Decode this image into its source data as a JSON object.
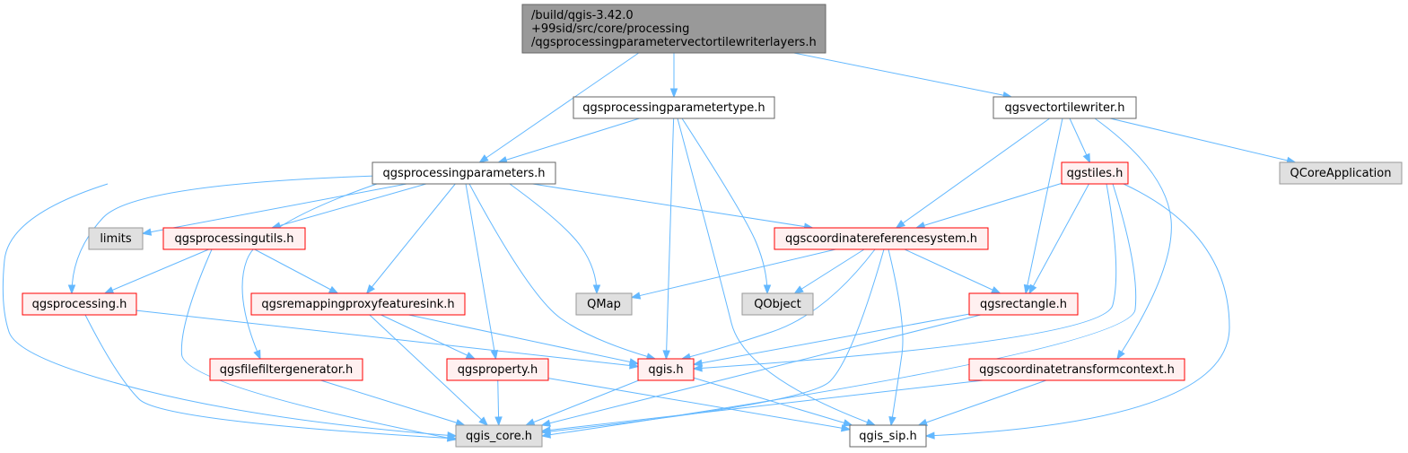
{
  "colors": {
    "edge": "#63b8ff",
    "border_red": "#ff0000",
    "border_gray": "#999999",
    "border_dark": "#666666",
    "fill_root": "#999999",
    "fill_local": "#fff0f0",
    "fill_external": "#e0e0e0",
    "fill_plain": "#ffffff"
  },
  "nodes": [
    {
      "id": "root",
      "kind": "root",
      "lines": [
        "/build/qgis-3.42.0",
        "+99sid/src/core/processing",
        "/qgsprocessingparametervectortilewriterlayers.h"
      ]
    },
    {
      "id": "qgsprocessingparametertype",
      "kind": "plain",
      "lines": [
        "qgsprocessingparametertype.h"
      ]
    },
    {
      "id": "qgsvectortilewriter",
      "kind": "plain",
      "lines": [
        "qgsvectortilewriter.h"
      ]
    },
    {
      "id": "qgsprocessingparameters",
      "kind": "plain",
      "lines": [
        "qgsprocessingparameters.h"
      ]
    },
    {
      "id": "qgstiles",
      "kind": "local",
      "lines": [
        "qgstiles.h"
      ]
    },
    {
      "id": "qcoreapplication",
      "kind": "external",
      "lines": [
        "QCoreApplication"
      ]
    },
    {
      "id": "limits",
      "kind": "external",
      "lines": [
        "limits"
      ]
    },
    {
      "id": "qgsprocessingutils",
      "kind": "local",
      "lines": [
        "qgsprocessingutils.h"
      ]
    },
    {
      "id": "qgscoordinatereferencesystem",
      "kind": "local",
      "lines": [
        "qgscoordinatereferencesystem.h"
      ]
    },
    {
      "id": "qgsprocessing",
      "kind": "local",
      "lines": [
        "qgsprocessing.h"
      ]
    },
    {
      "id": "qgsremappingproxyfeaturesink",
      "kind": "local",
      "lines": [
        "qgsremappingproxyfeaturesink.h"
      ]
    },
    {
      "id": "qmap",
      "kind": "external",
      "lines": [
        "QMap"
      ]
    },
    {
      "id": "qobject",
      "kind": "external",
      "lines": [
        "QObject"
      ]
    },
    {
      "id": "qgsrectangle",
      "kind": "local",
      "lines": [
        "qgsrectangle.h"
      ]
    },
    {
      "id": "qgsfilefiltergenerator",
      "kind": "local",
      "lines": [
        "qgsfilefiltergenerator.h"
      ]
    },
    {
      "id": "qgsproperty",
      "kind": "local",
      "lines": [
        "qgsproperty.h"
      ]
    },
    {
      "id": "qgis",
      "kind": "local",
      "lines": [
        "qgis.h"
      ]
    },
    {
      "id": "qgscoordinatetransformcontext",
      "kind": "local",
      "lines": [
        "qgscoordinatetransformcontext.h"
      ]
    },
    {
      "id": "qgis_core",
      "kind": "external",
      "lines": [
        "qgis_core.h"
      ]
    },
    {
      "id": "qgis_sip",
      "kind": "plain",
      "lines": [
        "qgis_sip.h"
      ]
    }
  ],
  "edges": [
    {
      "from": "root",
      "to": "qgsprocessingparameters"
    },
    {
      "from": "root",
      "to": "qgsprocessingparametertype"
    },
    {
      "from": "root",
      "to": "qgsvectortilewriter"
    },
    {
      "from": "qgsprocessingparametertype",
      "to": "qgsprocessingparameters"
    },
    {
      "from": "qgsprocessingparametertype",
      "to": "qgis"
    },
    {
      "from": "qgsprocessingparametertype",
      "to": "qobject"
    },
    {
      "from": "qgsprocessingparametertype",
      "to": "qgis_sip"
    },
    {
      "from": "qgsvectortilewriter",
      "to": "qgstiles"
    },
    {
      "from": "qgsvectortilewriter",
      "to": "qcoreapplication"
    },
    {
      "from": "qgsvectortilewriter",
      "to": "qgscoordinatereferencesystem"
    },
    {
      "from": "qgsvectortilewriter",
      "to": "qgsrectangle"
    },
    {
      "from": "qgsvectortilewriter",
      "to": "qgscoordinatetransformcontext"
    },
    {
      "from": "qgsprocessingparameters",
      "to": "limits"
    },
    {
      "from": "qgsprocessingparameters",
      "to": "qgsprocessingutils"
    },
    {
      "from": "qgsprocessingparameters",
      "to": "qgsprocessing"
    },
    {
      "from": "qgsprocessingparameters",
      "to": "qgis_core"
    },
    {
      "from": "qgsprocessingparameters",
      "to": "qgsremappingproxyfeaturesink"
    },
    {
      "from": "qgsprocessingparameters",
      "to": "qgsfilefiltergenerator"
    },
    {
      "from": "qgsprocessingparameters",
      "to": "qgsproperty"
    },
    {
      "from": "qgsprocessingparameters",
      "to": "qgis"
    },
    {
      "from": "qgsprocessingparameters",
      "to": "qmap"
    },
    {
      "from": "qgsprocessingparameters",
      "to": "qgscoordinatereferencesystem"
    },
    {
      "from": "qgstiles",
      "to": "qgscoordinatereferencesystem"
    },
    {
      "from": "qgstiles",
      "to": "qgsrectangle"
    },
    {
      "from": "qgstiles",
      "to": "qgis"
    },
    {
      "from": "qgstiles",
      "to": "qgis_core"
    },
    {
      "from": "qgstiles",
      "to": "qgis_sip"
    },
    {
      "from": "qgsprocessingutils",
      "to": "qgsprocessing"
    },
    {
      "from": "qgsprocessingutils",
      "to": "qgsremappingproxyfeaturesink"
    },
    {
      "from": "qgsprocessingutils",
      "to": "qgis_core"
    },
    {
      "from": "qgscoordinatereferencesystem",
      "to": "qmap"
    },
    {
      "from": "qgscoordinatereferencesystem",
      "to": "qobject"
    },
    {
      "from": "qgscoordinatereferencesystem",
      "to": "qgsrectangle"
    },
    {
      "from": "qgscoordinatereferencesystem",
      "to": "qgis"
    },
    {
      "from": "qgscoordinatereferencesystem",
      "to": "qgis_core"
    },
    {
      "from": "qgscoordinatereferencesystem",
      "to": "qgis_sip"
    },
    {
      "from": "qgsprocessing",
      "to": "qgis"
    },
    {
      "from": "qgsprocessing",
      "to": "qgis_core"
    },
    {
      "from": "qgsremappingproxyfeaturesink",
      "to": "qgsproperty"
    },
    {
      "from": "qgsremappingproxyfeaturesink",
      "to": "qgis"
    },
    {
      "from": "qgsremappingproxyfeaturesink",
      "to": "qgis_core"
    },
    {
      "from": "qgsrectangle",
      "to": "qgis"
    },
    {
      "from": "qgsrectangle",
      "to": "qgis_core"
    },
    {
      "from": "qgsfilefiltergenerator",
      "to": "qgis_core"
    },
    {
      "from": "qgsproperty",
      "to": "qgis_core"
    },
    {
      "from": "qgsproperty",
      "to": "qgis_sip"
    },
    {
      "from": "qgis",
      "to": "qgis_core"
    },
    {
      "from": "qgis",
      "to": "qgis_sip"
    },
    {
      "from": "qgscoordinatetransformcontext",
      "to": "qgis_core"
    },
    {
      "from": "qgscoordinatetransformcontext",
      "to": "qgis_sip"
    }
  ]
}
